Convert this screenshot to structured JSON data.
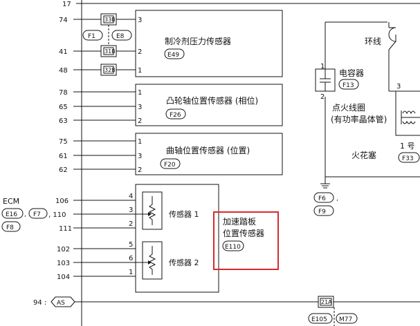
{
  "ecm": {
    "label": "ECM",
    "codes": [
      "E16",
      "F7",
      "F8"
    ],
    "sep": ",",
    "pin110_prefix": ", 110"
  },
  "wire_top": {
    "number": "17"
  },
  "refrigerant_sensor": {
    "name": "制冷剂压力传感器",
    "code": "E49",
    "pins": [
      "74",
      "41",
      "48"
    ],
    "sensor_pins": [
      "3",
      "2",
      "1"
    ],
    "joint_labels": [
      "33B",
      "31B",
      "32B"
    ],
    "joint_codes": [
      "F1",
      "E8"
    ]
  },
  "cam_sensor": {
    "name": "凸轮轴位置传感器 (相位)",
    "code": "F26",
    "pins": [
      "78",
      "65",
      "63"
    ],
    "sensor_pins": [
      "1",
      "3",
      "2"
    ]
  },
  "crank_sensor": {
    "name": "曲轴位置传感器 (位置)",
    "code": "F20",
    "pins": [
      "75",
      "61",
      "62"
    ],
    "sensor_pins": [
      "1",
      "3",
      "2"
    ]
  },
  "accel_pedal": {
    "name_line1": "加速踏板",
    "name_line2": "位置传感器",
    "code": "E110",
    "sensor1": {
      "name": "传感器 1",
      "ecm_pins": [
        "106",
        "110",
        "111"
      ],
      "pins": [
        "4",
        "3",
        "2"
      ]
    },
    "sensor2": {
      "name": "传感器 2",
      "ecm_pins": [
        "102",
        "103",
        "104"
      ],
      "pins": [
        "5",
        "6",
        "1"
      ]
    },
    "highlight_color": "#d62a2a"
  },
  "bottom": {
    "pin": "94",
    "pin_prefix": "94 :",
    "connector": "AS",
    "joint_label": "21A",
    "joint_codes": [
      "E105",
      "M77"
    ]
  },
  "ignition": {
    "loop": "环线",
    "capacitor": "电容器",
    "capacitor_code": "F13",
    "cap_pins": [
      "1",
      "2"
    ],
    "coil_line1": "点火线圈",
    "coil_line2": "(有功率晶体管)",
    "coil_pin": "3",
    "spark_plug": "火花塞",
    "no1": "1 号",
    "no1_code": "F33",
    "ground_codes": [
      "F6",
      "F9"
    ],
    "ground_sep": ","
  }
}
